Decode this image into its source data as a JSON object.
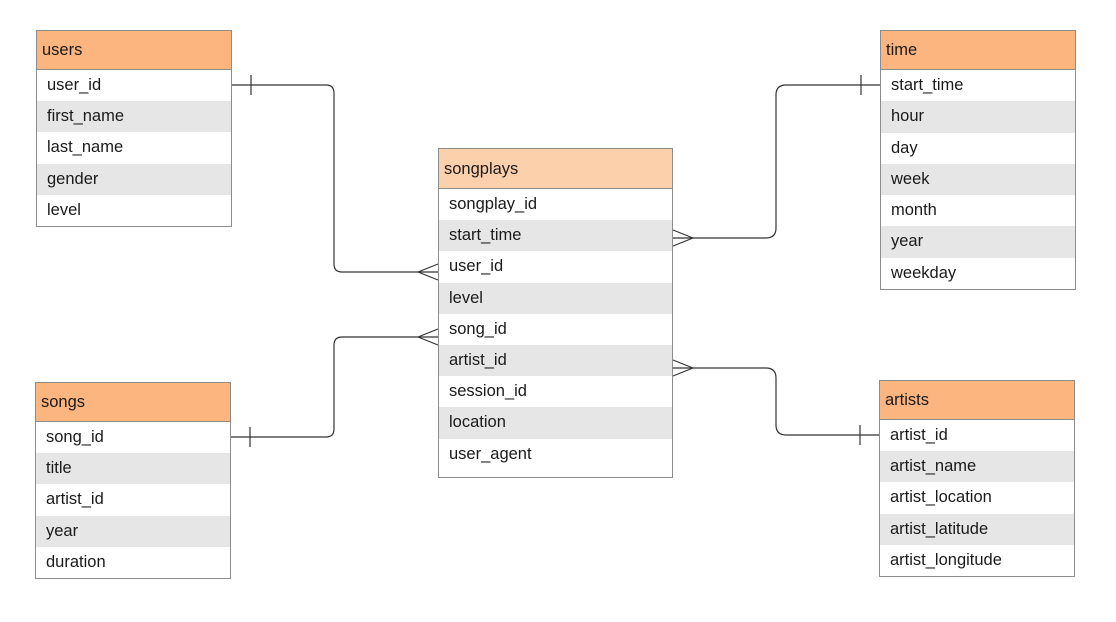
{
  "colors": {
    "header_fill": "#fdb580",
    "fact_header_fill": "#fdd0ac",
    "stripe": "#e6e6e6",
    "border": "#8c8c8c",
    "line": "#333333"
  },
  "entities": {
    "users": {
      "title": "users",
      "fields": [
        "user_id",
        "first_name",
        "last_name",
        "gender",
        "level"
      ]
    },
    "time": {
      "title": "time",
      "fields": [
        "start_time",
        "hour",
        "day",
        "week",
        "month",
        "year",
        "weekday"
      ]
    },
    "songplays": {
      "title": "songplays",
      "fields": [
        "songplay_id",
        "start_time",
        "user_id",
        "level",
        "song_id",
        "artist_id",
        "session_id",
        "location",
        "user_agent"
      ]
    },
    "songs": {
      "title": "songs",
      "fields": [
        "song_id",
        "title",
        "artist_id",
        "year",
        "duration"
      ]
    },
    "artists": {
      "title": "artists",
      "fields": [
        "artist_id",
        "artist_name",
        "artist_location",
        "artist_latitude",
        "artist_longitude"
      ]
    }
  },
  "relationships": [
    {
      "from": "users.user_id",
      "to": "songplays.user_id",
      "cardinality": "one-to-many"
    },
    {
      "from": "time.start_time",
      "to": "songplays.start_time",
      "cardinality": "one-to-many"
    },
    {
      "from": "songs.song_id",
      "to": "songplays.song_id",
      "cardinality": "one-to-many"
    },
    {
      "from": "artists.artist_id",
      "to": "songplays.artist_id",
      "cardinality": "one-to-many"
    }
  ]
}
